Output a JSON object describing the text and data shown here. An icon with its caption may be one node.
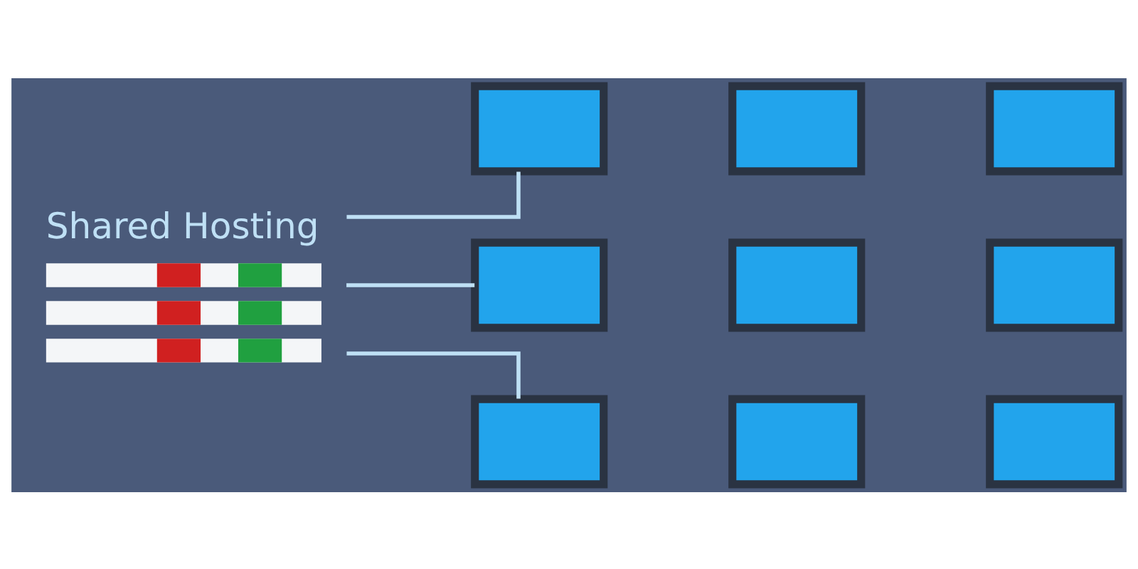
{
  "diagram": {
    "nodes": [
      {
        "text": [
          "Shared Hosting"
        ]
      },
      {
        "text": [],
        "shape": "box"
      },
      {
        "text": [],
        "shape": "box"
      },
      {
        "text": [],
        "shape": "box"
      },
      {
        "text": [],
        "shape": "box"
      },
      {
        "text": [],
        "shape": "box"
      },
      {
        "text": [],
        "shape": "box"
      },
      {
        "text": [],
        "shape": "box"
      },
      {
        "text": [],
        "shape": "box"
      },
      {
        "text": [],
        "shape": "box"
      }
    ],
    "edges": [
      {
        "from": 0,
        "to": 1,
        "arrow": "none"
      },
      {
        "from": 0,
        "to": 4,
        "arrow": "none"
      },
      {
        "from": 0,
        "to": 7,
        "arrow": "none"
      }
    ]
  }
}
